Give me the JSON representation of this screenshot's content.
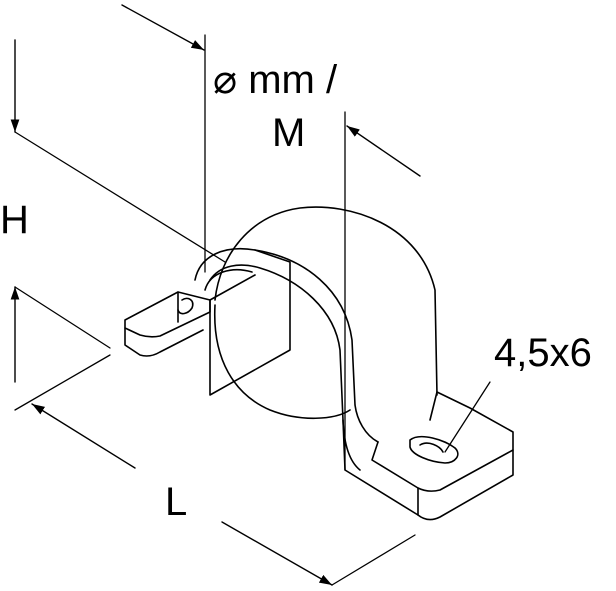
{
  "drawing": {
    "diameter_label": "⌀ mm /",
    "thread_label": "M",
    "height_label": "H",
    "length_label": "L",
    "hole_label": "4,5x6"
  },
  "colors": {
    "line": "#000000",
    "background": "#ffffff"
  }
}
